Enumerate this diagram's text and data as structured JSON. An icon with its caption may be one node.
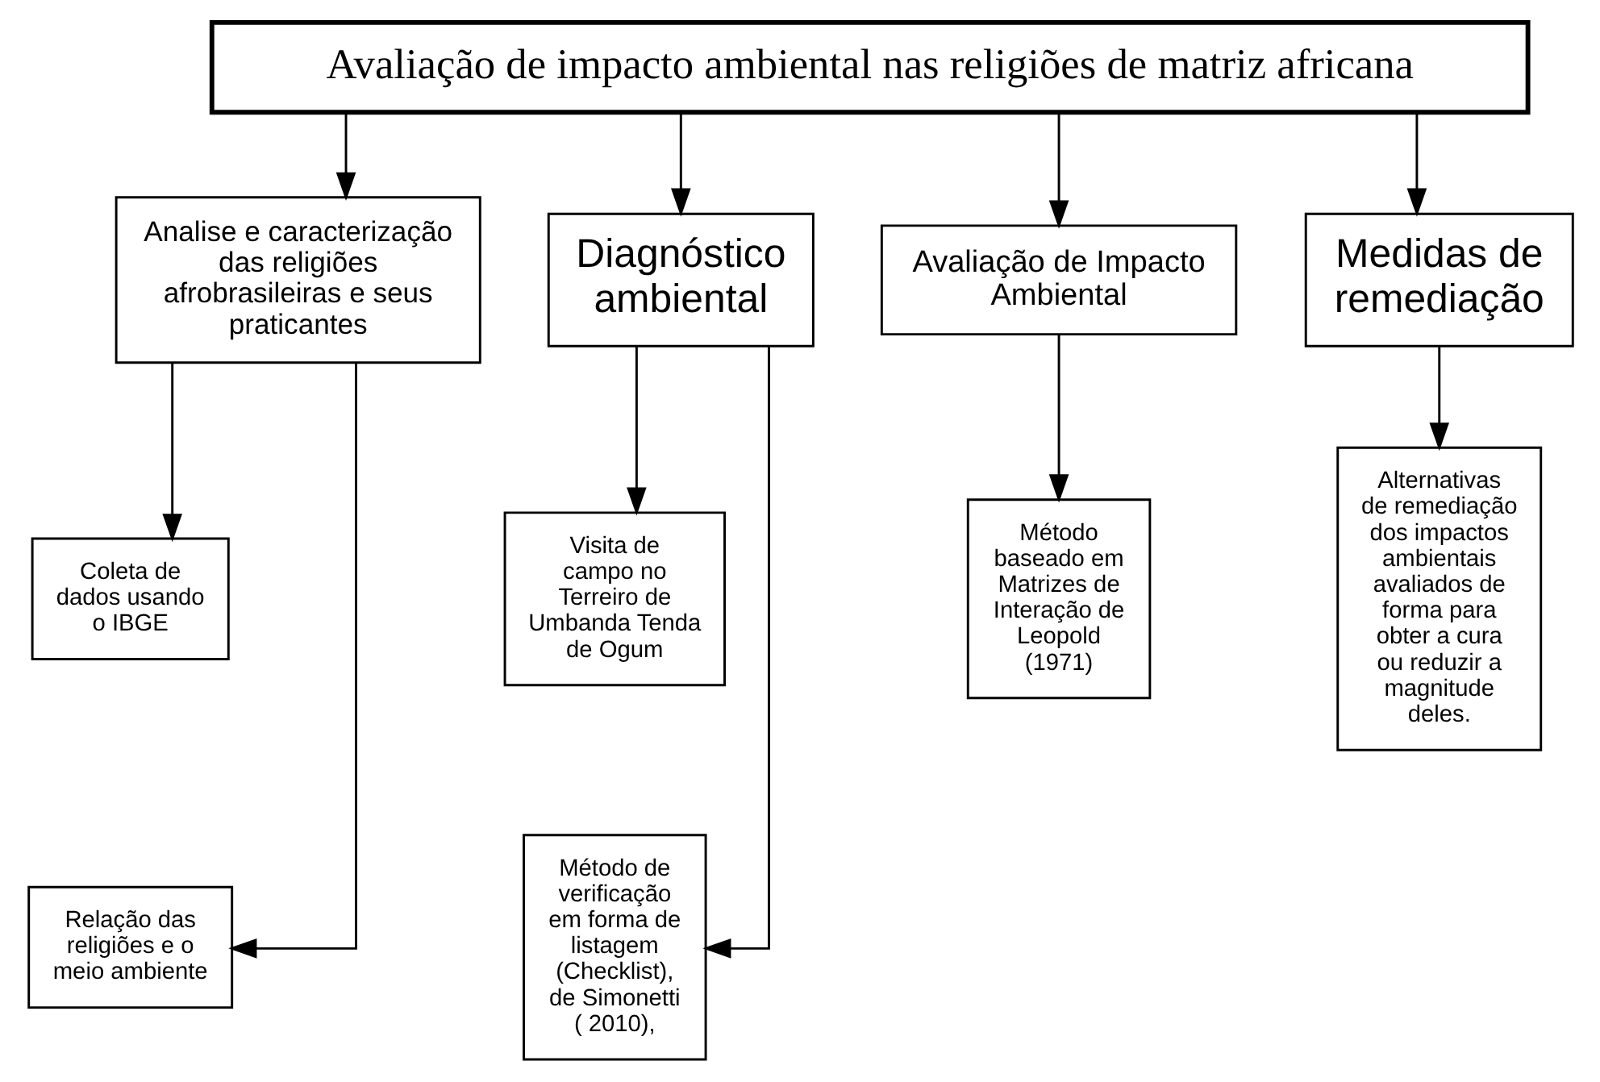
{
  "diagram": {
    "nodes": [
      {
        "text": [
          "Avaliação de impacto ambiental nas religiões de matriz africana"
        ]
      },
      {
        "text": [
          "Analise e caracterização das religiões afrobrasileiras e seus praticantes"
        ]
      },
      {
        "text": [
          "Diagnóstico ambiental"
        ]
      },
      {
        "text": [
          "Avaliação de Impacto Ambiental"
        ]
      },
      {
        "text": [
          "Medidas de remediação"
        ]
      },
      {
        "text": [
          "Coleta de dados usando o IBGE"
        ]
      },
      {
        "text": [
          "Relação das religiões e o meio ambiente"
        ]
      },
      {
        "text": [
          "Visita de campo no Terreiro de Umbanda Tenda de Ogum"
        ]
      },
      {
        "text": [
          "Método de verificação em forma de listagem (Checklist), de Simonetti ( 2010),"
        ]
      },
      {
        "text": [
          "Método baseado em Matrizes de Interação de Leopold (1971)"
        ]
      },
      {
        "text": [
          "Alternativas de remediação dos impactos ambientais avaliados de forma para obter a cura ou reduzir a magnitude deles."
        ]
      }
    ],
    "edges": [
      {
        "from": 0,
        "to": 1,
        "arrow": "to"
      },
      {
        "from": 0,
        "to": 2,
        "arrow": "to"
      },
      {
        "from": 0,
        "to": 3,
        "arrow": "to"
      },
      {
        "from": 0,
        "to": 4,
        "arrow": "to"
      },
      {
        "from": 1,
        "to": 5,
        "arrow": "to"
      },
      {
        "from": 1,
        "to": 6,
        "arrow": "to"
      },
      {
        "from": 2,
        "to": 7,
        "arrow": "to"
      },
      {
        "from": 2,
        "to": 8,
        "arrow": "to"
      },
      {
        "from": 3,
        "to": 9,
        "arrow": "to"
      },
      {
        "from": 4,
        "to": 10,
        "arrow": "to"
      }
    ]
  }
}
